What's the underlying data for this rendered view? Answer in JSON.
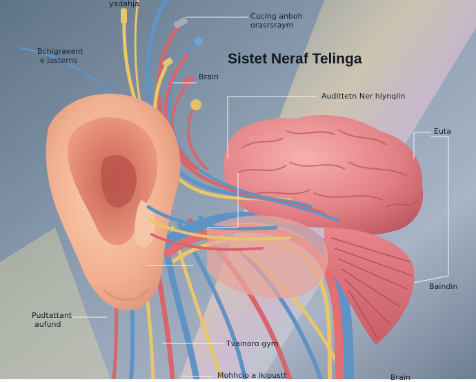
{
  "title": "Sistet Neraf Telinga",
  "labels": {
    "top_left": "yadahja",
    "upper_right_1": "Cucing anboh",
    "upper_right_2": "orasrsraym",
    "left_1": "Bchigraeent",
    "left_2": "e justerns",
    "brain": "Brain",
    "auditory": "Audittetn Ner hiynqiin",
    "right_top": "Euta",
    "right_bottom": "Baindin",
    "bottom_left_1": "Pudtattant",
    "bottom_left_2": "aufund",
    "bottom_mid": "Tvainoro gym",
    "bottom_mid_2": "Mohhcio a ikipustt",
    "bottom_right": "Brain"
  },
  "colors": {
    "skin": "#f2b79a",
    "brain": "#e8898c",
    "nerve_blue": "#5f93c4",
    "nerve_red": "#d9656a",
    "nerve_yellow": "#e9c66a"
  }
}
